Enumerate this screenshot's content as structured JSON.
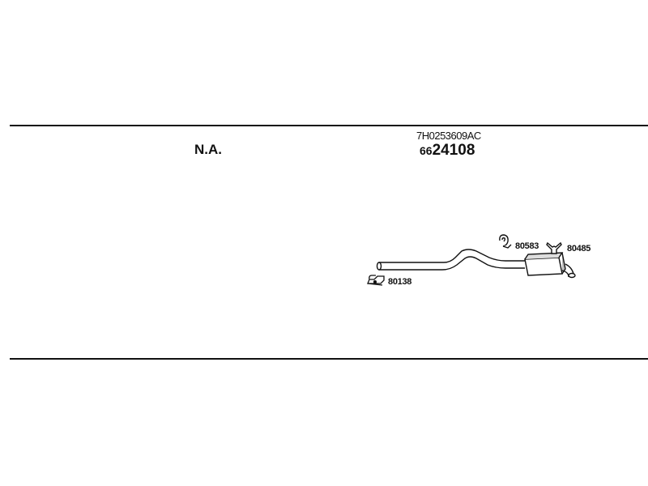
{
  "header": {
    "left_text": "N.A.",
    "oe_number": "7H0253609AC",
    "part_prefix": "66",
    "part_number": "24108"
  },
  "parts": [
    {
      "label": "80138",
      "icon": "clamp-icon"
    },
    {
      "label": "80583",
      "icon": "rubber-hanger-icon"
    },
    {
      "label": "80485",
      "icon": "bracket-icon"
    }
  ]
}
